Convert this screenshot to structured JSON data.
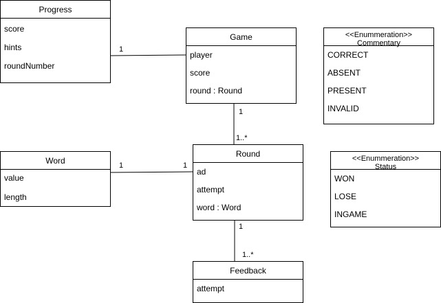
{
  "classes": {
    "progress": {
      "name": "Progress",
      "attributes": [
        "score",
        "hints",
        "roundNumber"
      ]
    },
    "game": {
      "name": "Game",
      "attributes": [
        "player",
        "score",
        "round : Round"
      ]
    },
    "commentary": {
      "stereotype": "<<Enummeration>>",
      "name": "Commentary",
      "values": [
        "CORRECT",
        "ABSENT",
        "PRESENT",
        "INVALID"
      ]
    },
    "word": {
      "name": "Word",
      "attributes": [
        "value",
        "length"
      ]
    },
    "round": {
      "name": "Round",
      "attributes": [
        "ad",
        "attempt",
        "word : Word"
      ]
    },
    "status": {
      "stereotype": "<<Enummeration>>",
      "name": "Status",
      "values": [
        "WON",
        "LOSE",
        "INGAME"
      ]
    },
    "feedback": {
      "name": "Feedback",
      "attributes": [
        "attempt"
      ]
    }
  },
  "associations": {
    "progress_game": {
      "from_mult": "1"
    },
    "game_round": {
      "from_mult": "1",
      "to_mult": "1..*"
    },
    "word_round": {
      "from_mult": "1",
      "to_mult": "1"
    },
    "round_feedback": {
      "from_mult": "1",
      "to_mult": "1..*"
    }
  }
}
